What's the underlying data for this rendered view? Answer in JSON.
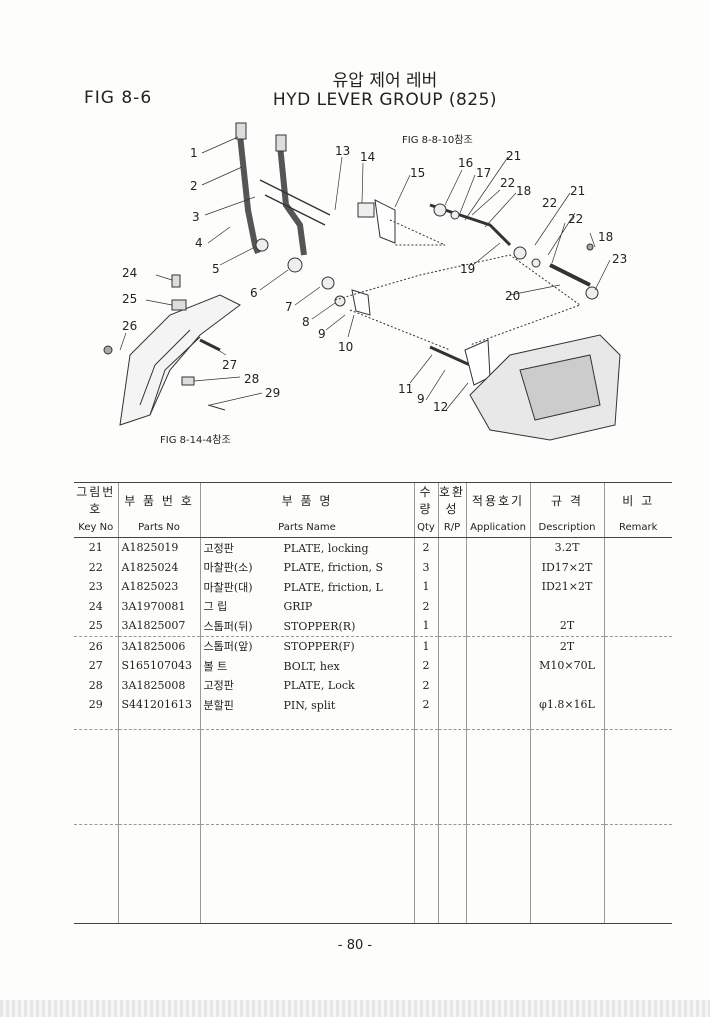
{
  "header": {
    "fig_label": "FIG 8-6",
    "title_ko": "유압 제어 레버",
    "title_en": "HYD LEVER GROUP (825)"
  },
  "diagram": {
    "ref_top": "FIG 8-8-10참조",
    "ref_bottom": "FIG 8-14-4참조",
    "callouts": [
      "1",
      "2",
      "3",
      "4",
      "5",
      "6",
      "7",
      "8",
      "9",
      "10",
      "11",
      "9",
      "12",
      "13",
      "14",
      "15",
      "16",
      "17",
      "21",
      "22",
      "18",
      "22",
      "21",
      "22",
      "18",
      "23",
      "19",
      "20",
      "24",
      "25",
      "26",
      "27",
      "28",
      "29"
    ]
  },
  "table": {
    "headers_ko": [
      "그림번호",
      "부 품 번 호",
      "부    품    명",
      "수량",
      "호환성",
      "적용호기",
      "규 격",
      "비 고"
    ],
    "headers_en": [
      "Key No",
      "Parts No",
      "Parts Name",
      "Qty",
      "R/P",
      "Application",
      "Description",
      "Remark"
    ],
    "rows": [
      {
        "key": "21",
        "part_no": "A1825019",
        "name_ko": "고정판",
        "name_en": "PLATE, locking",
        "qty": "2",
        "rp": "",
        "app": "",
        "desc": "3.2T",
        "remark": ""
      },
      {
        "key": "22",
        "part_no": "A1825024",
        "name_ko": "마찰판(소)",
        "name_en": "PLATE, friction, S",
        "qty": "3",
        "rp": "",
        "app": "",
        "desc": "ID17×2T",
        "remark": ""
      },
      {
        "key": "23",
        "part_no": "A1825023",
        "name_ko": "마찰판(대)",
        "name_en": "PLATE, friction, L",
        "qty": "1",
        "rp": "",
        "app": "",
        "desc": "ID21×2T",
        "remark": ""
      },
      {
        "key": "24",
        "part_no": "3A1970081",
        "name_ko": "그  립",
        "name_en": "GRIP",
        "qty": "2",
        "rp": "",
        "app": "",
        "desc": "",
        "remark": ""
      },
      {
        "key": "25",
        "part_no": "3A1825007",
        "name_ko": "스톱퍼(뒤)",
        "name_en": "STOPPER(R)",
        "qty": "1",
        "rp": "",
        "app": "",
        "desc": "2T",
        "remark": ""
      },
      {
        "key": "26",
        "part_no": "3A1825006",
        "name_ko": "스톱퍼(앞)",
        "name_en": "STOPPER(F)",
        "qty": "1",
        "rp": "",
        "app": "",
        "desc": "2T",
        "remark": ""
      },
      {
        "key": "27",
        "part_no": "S165107043",
        "name_ko": "볼  트",
        "name_en": "BOLT, hex",
        "qty": "2",
        "rp": "",
        "app": "",
        "desc": "M10×70L",
        "remark": ""
      },
      {
        "key": "28",
        "part_no": "3A1825008",
        "name_ko": "고정판",
        "name_en": "PLATE, Lock",
        "qty": "2",
        "rp": "",
        "app": "",
        "desc": "",
        "remark": ""
      },
      {
        "key": "29",
        "part_no": "S441201613",
        "name_ko": "분할핀",
        "name_en": "PIN, split",
        "qty": "2",
        "rp": "",
        "app": "",
        "desc": "φ1.8×16L",
        "remark": ""
      }
    ]
  },
  "footer": {
    "page_number": "- 80 -"
  }
}
